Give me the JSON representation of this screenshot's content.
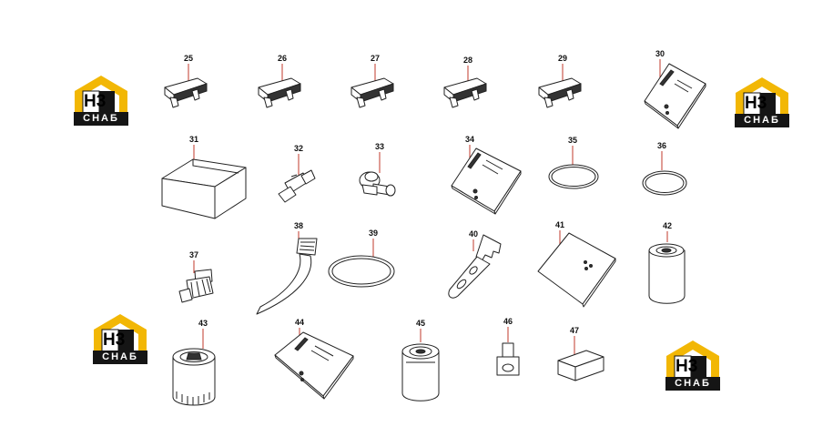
{
  "callouts": [
    "25",
    "26",
    "27",
    "28",
    "29",
    "30",
    "31",
    "32",
    "33",
    "34",
    "35",
    "36",
    "37",
    "38",
    "39",
    "40",
    "41",
    "42",
    "43",
    "44",
    "45",
    "46",
    "47"
  ],
  "logo": {
    "mark": "H3",
    "word": "СНАБ"
  },
  "colors": {
    "logo_yellow": "#f2b705",
    "logo_dark": "#151515",
    "leader": "#c0392b"
  }
}
